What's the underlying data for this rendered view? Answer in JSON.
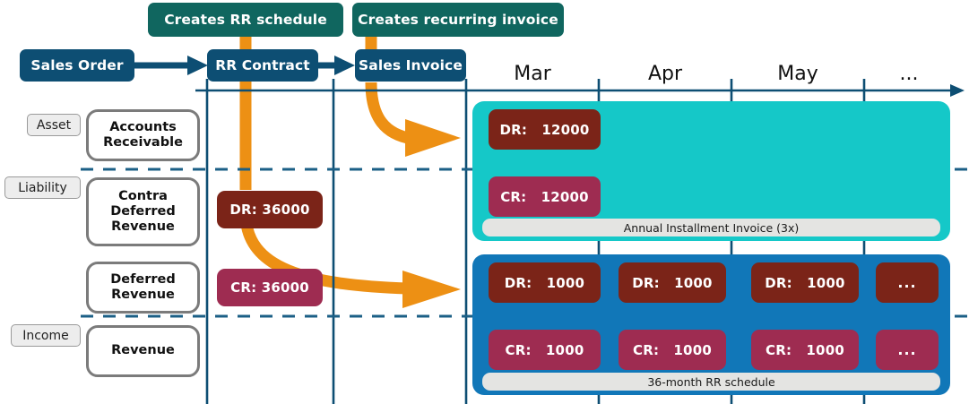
{
  "colors": {
    "navy": "#0d4e73",
    "teal_callout": "#10665f",
    "orange": "#ed9014",
    "block_teal": "#15c8c8",
    "block_blue": "#1177b8",
    "debit": "#7b2418",
    "credit": "#9e2c51",
    "caption_bg": "#e4e4e2",
    "pill_bg": "#ededed",
    "account_border": "#7b7b7b"
  },
  "flow": {
    "steps": [
      {
        "label": "Sales Order"
      },
      {
        "label": "RR Contract"
      },
      {
        "label": "Sales Invoice"
      }
    ],
    "callouts": [
      {
        "label": "Creates RR schedule"
      },
      {
        "label": "Creates recurring invoice"
      }
    ]
  },
  "ledger": {
    "categories": [
      {
        "label": "Asset"
      },
      {
        "label": "Liability"
      },
      {
        "label": "Income"
      }
    ],
    "accounts": [
      {
        "label": "Accounts\nReceivable"
      },
      {
        "label": "Contra\nDeferred\nRevenue"
      },
      {
        "label": "Deferred\nRevenue"
      },
      {
        "label": "Revenue"
      }
    ]
  },
  "contract_entries": [
    {
      "type": "debit",
      "label": "DR: 36000"
    },
    {
      "type": "credit",
      "label": "CR: 36000"
    }
  ],
  "timeline": {
    "months": [
      "Mar",
      "Apr",
      "May",
      "..."
    ],
    "axis_arrow": "right-arrow-icon"
  },
  "invoice_block": {
    "caption": "Annual Installment Invoice (3x)",
    "entries": [
      {
        "type": "debit",
        "label": "DR:   12000"
      },
      {
        "type": "credit",
        "label": "CR:   12000"
      }
    ]
  },
  "schedule_block": {
    "caption": "36-month RR schedule",
    "debits": [
      {
        "label": "DR:   1000"
      },
      {
        "label": "DR:   1000"
      },
      {
        "label": "DR:   1000"
      },
      {
        "label": "..."
      }
    ],
    "credits": [
      {
        "label": "CR:   1000"
      },
      {
        "label": "CR:   1000"
      },
      {
        "label": "CR:   1000"
      },
      {
        "label": "..."
      }
    ]
  }
}
